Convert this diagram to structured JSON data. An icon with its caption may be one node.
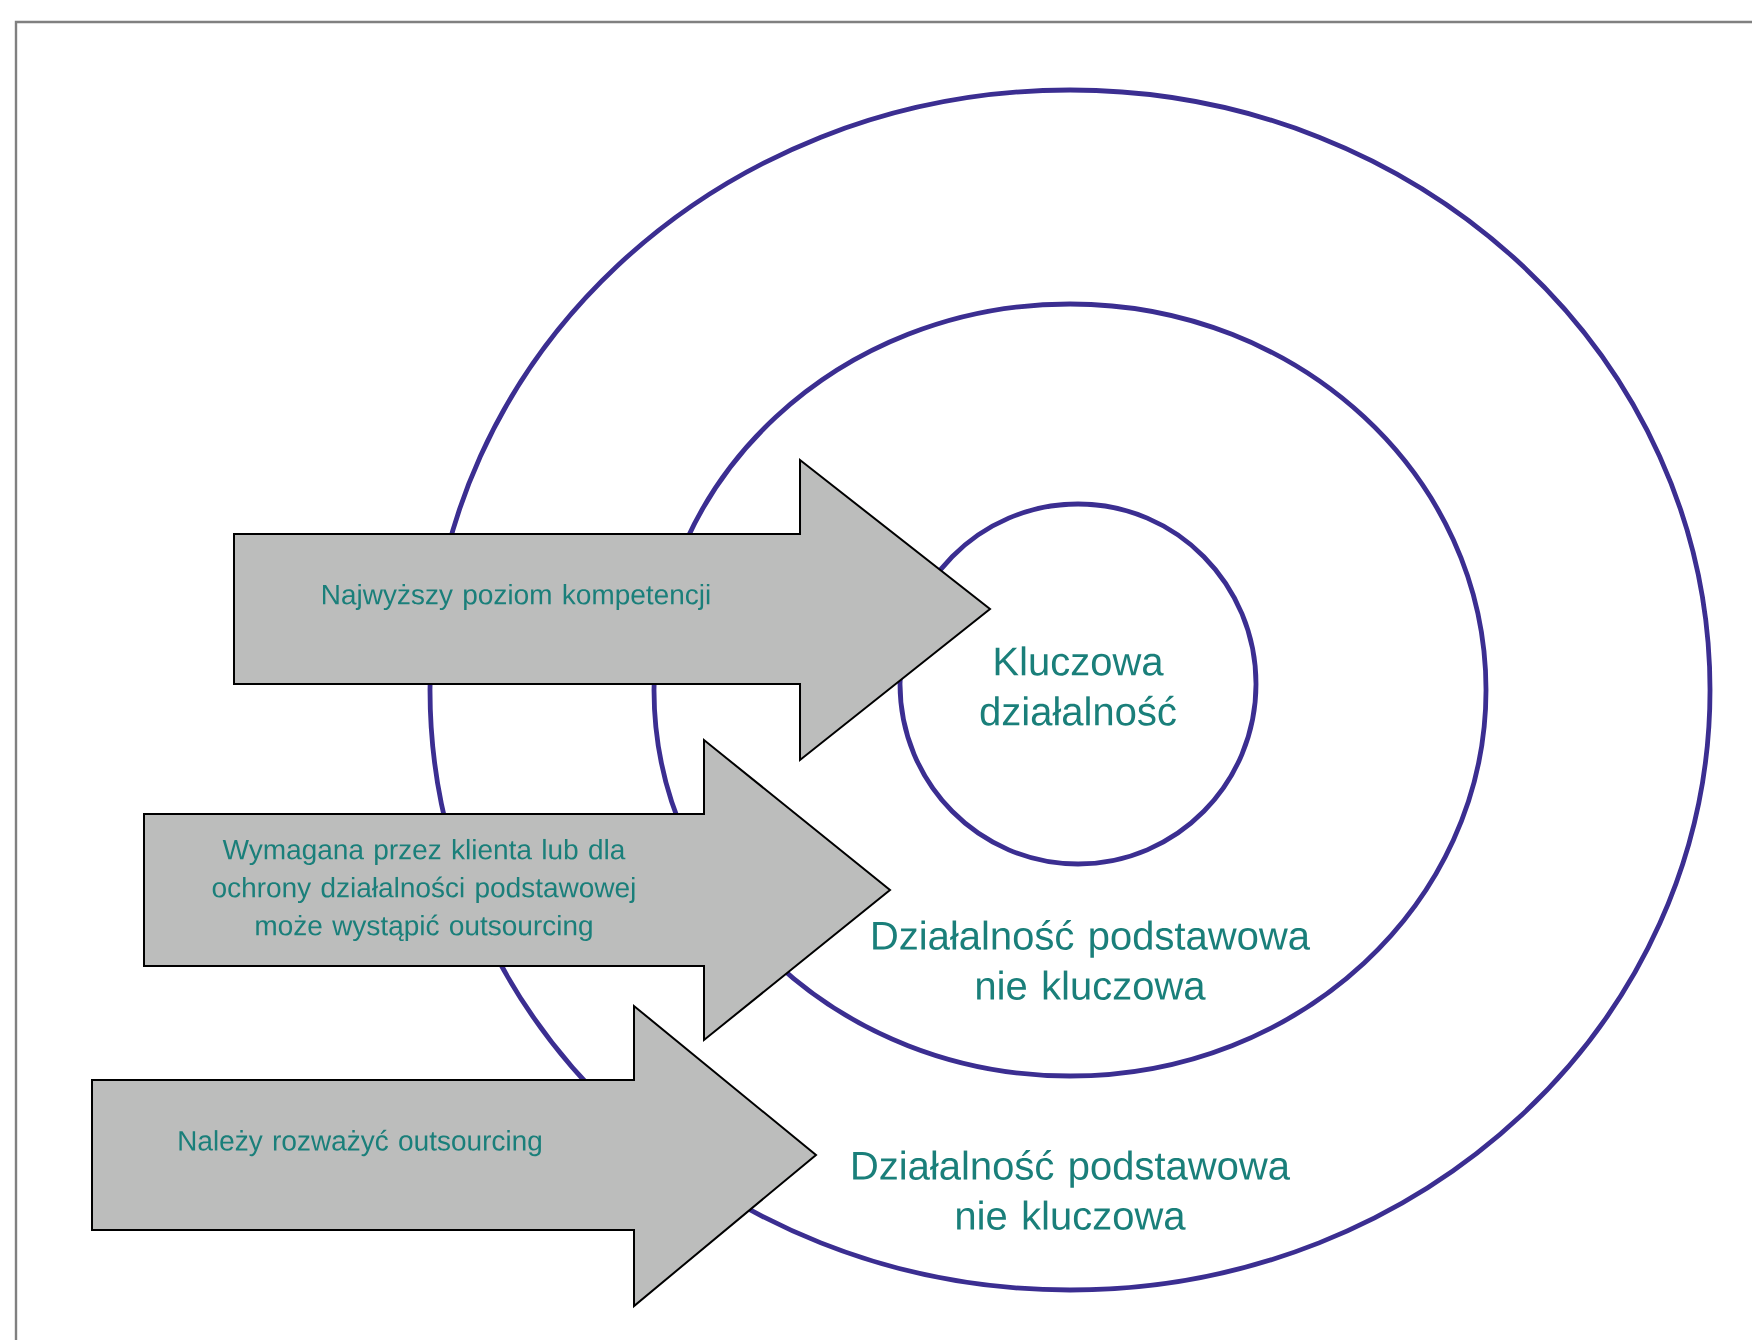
{
  "diagram": {
    "nodes": [
      {
        "text": [
          "Działalność podstawowa nie kluczowa"
        ]
      },
      {
        "text": [
          "Działalność podstawowa nie kluczowa"
        ],
        "in": 0
      },
      {
        "text": [
          "Kluczowa działalność"
        ],
        "in": 1
      },
      {
        "text": [
          "Najwyższy poziom kompetencji"
        ]
      },
      {
        "text": [
          "Wymagana przez klienta lub dla ochrony działalności podstawowej może wystąpić outsourcing"
        ]
      },
      {
        "text": [
          "Należy rozważyć outsourcing"
        ]
      }
    ]
  }
}
